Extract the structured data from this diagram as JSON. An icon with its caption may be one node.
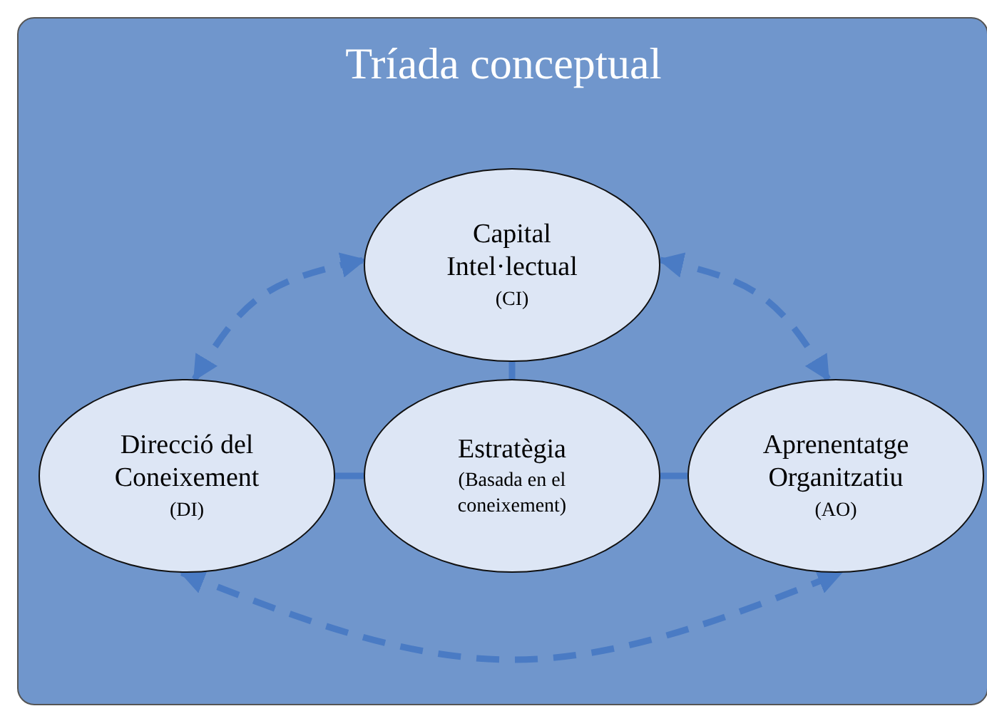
{
  "diagram": {
    "nodes": [
      {
        "text": [
          "Tríada conceptual"
        ]
      },
      {
        "text": [
          "Capital Intel·lectual",
          "(CI)"
        ],
        "in": 0
      },
      {
        "text": [
          "Direcció del Coneixement",
          "(DI)"
        ],
        "in": 0
      },
      {
        "text": [
          "Estratègia",
          "(Basada en el coneixement)"
        ],
        "in": 0
      },
      {
        "text": [
          "Aprenentatge Organitzatiu",
          "(AO)"
        ],
        "in": 0
      }
    ],
    "edges": [
      {
        "from": 2,
        "to": 1,
        "arrow": "both",
        "style": "dashed"
      },
      {
        "from": 1,
        "to": 4,
        "arrow": "both",
        "style": "dashed"
      },
      {
        "from": 2,
        "to": 4,
        "arrow": "both",
        "style": "dashed"
      },
      {
        "from": 1,
        "to": 3,
        "arrow": "none"
      },
      {
        "from": 2,
        "to": 3,
        "arrow": "none"
      },
      {
        "from": 3,
        "to": 4,
        "arrow": "none"
      }
    ]
  }
}
